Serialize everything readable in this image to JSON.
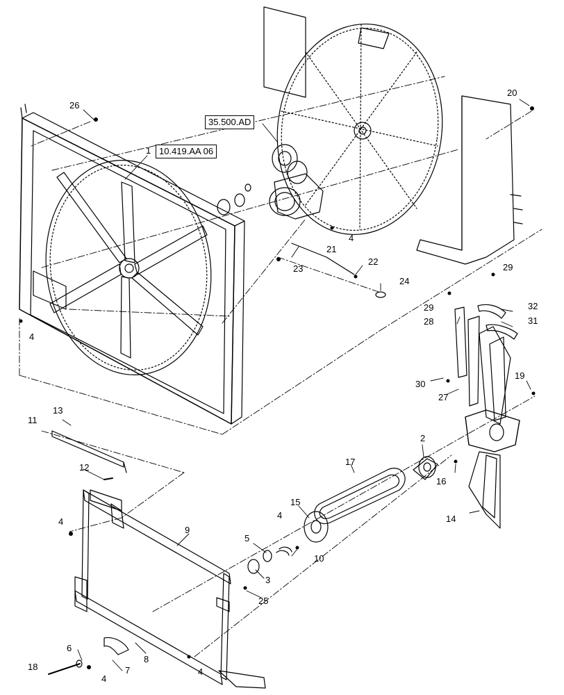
{
  "callouts": {
    "c1": "1",
    "c2": "2",
    "c3": "3",
    "c4a": "4",
    "c4b": "4",
    "c4c": "4",
    "c4d": "4",
    "c4e": "4",
    "c4f": "4",
    "c5": "5",
    "c6": "6",
    "c7": "7",
    "c8": "8",
    "c9": "9",
    "c10": "10",
    "c11": "11",
    "c12": "12",
    "c13": "13",
    "c14": "14",
    "c15": "15",
    "c16": "16",
    "c17": "17",
    "c18": "18",
    "c19": "19",
    "c20": "20",
    "c21": "21",
    "c22": "22",
    "c23": "23",
    "c24": "24",
    "c25": "25",
    "c26": "26",
    "c27": "27",
    "c28": "28",
    "c29a": "29",
    "c29b": "29",
    "c30": "30",
    "c31": "31",
    "c32": "32"
  },
  "references": {
    "ref_frame": "10.419.AA 06",
    "ref_drive": "35.500.AD"
  }
}
